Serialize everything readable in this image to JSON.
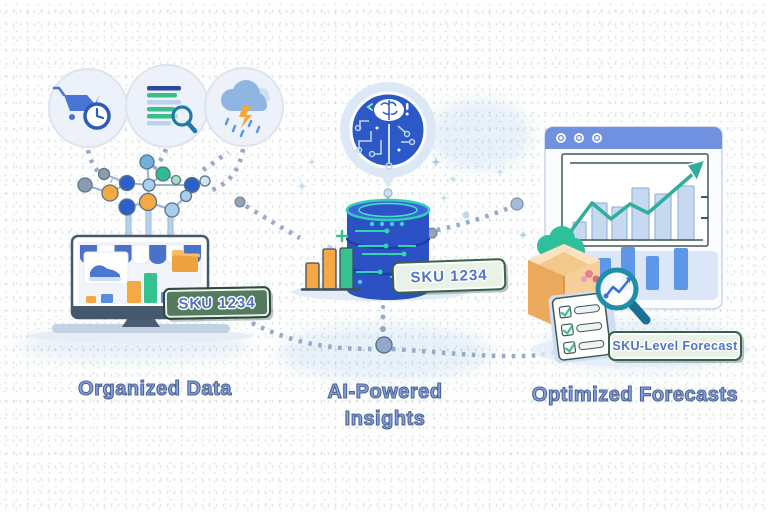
{
  "stages": [
    {
      "id": "organized-data",
      "label": "Organized Data",
      "badge": "SKU 1234",
      "icons": [
        "shopping-cart-clock-icon",
        "data-report-magnifier-icon",
        "storm-cloud-icon"
      ]
    },
    {
      "id": "ai-powered-insights",
      "label_lines": [
        "AI-Powered",
        "Insights"
      ],
      "badge": "SKU 1234",
      "icons": [
        "ai-brain-circuit-icon",
        "database-icon"
      ]
    },
    {
      "id": "optimized-forecasts",
      "label": "Optimized Forecasts",
      "badge": "SKU-Level Forecast",
      "icons": [
        "browser-window-icon",
        "package-box-icon",
        "magnifier-trend-icon",
        "checklist-icon"
      ]
    }
  ],
  "colors": {
    "primary_blue": "#2d58c8",
    "node_blue": "#2c5fc8",
    "light_blue": "#a9cdec",
    "sky_blue": "#6fb1dd",
    "accent_teal": "#2fae9b",
    "accent_orange": "#f5a843",
    "accent_green": "#35c28f",
    "label_blue": "#87a3dd",
    "badge_border_green": "#3b614c",
    "browser_title_bar": "#7090e0",
    "monitor_frame": "#45586e"
  },
  "chart_data": [
    {
      "type": "bar",
      "title": "storefront sales mini chart (monitor screen)",
      "values": [
        7,
        9,
        22,
        30,
        11
      ],
      "colors": [
        "#f5a843",
        "#5b8ddd",
        "#f5a843",
        "#35c28f",
        "#5b8ddd"
      ]
    },
    {
      "type": "bar",
      "title": "input data mini chart (beside database)",
      "values": [
        26,
        40,
        41
      ],
      "colors": [
        "#f5a843",
        "#f5a843",
        "#35c28f"
      ]
    },
    {
      "type": "bar",
      "title": "forecast chart with rising teal trend arrow (browser window)",
      "values": [
        18,
        37,
        33,
        52,
        46,
        54
      ],
      "colors": [
        "#c6d9ef",
        "#c6d9ef",
        "#c6d9ef",
        "#c6d9ef",
        "#c6d9ef",
        "#c6d9ef"
      ],
      "line": "upward trend line ending in arrow"
    },
    {
      "type": "bar",
      "title": "forecast detail mini chart (browser lower panel)",
      "values": [
        32,
        43,
        34,
        42
      ],
      "colors": [
        "#5e96ea",
        "#5e96ea",
        "#5e96ea",
        "#5e96ea"
      ]
    }
  ]
}
